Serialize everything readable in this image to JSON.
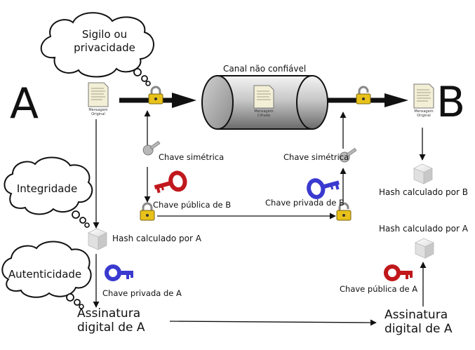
{
  "party_a": "A",
  "party_b": "B",
  "clouds": {
    "privacy": [
      "Sigilo ou",
      "privacidade"
    ],
    "integrity": "Integridade",
    "authenticity": "Autenticidade"
  },
  "channel_label": "Canal não confiável",
  "docs": {
    "original_a": [
      "Mensagem",
      "Original"
    ],
    "cipher": [
      "Mensagem",
      "Cifrada"
    ],
    "original_b": [
      "Mensagem",
      "Original"
    ]
  },
  "labels": {
    "sym_key_left": "Chave simétrica",
    "sym_key_right": "Chave simétrica",
    "pub_key_b": "Chave pública de B",
    "priv_key_b": "Chave privada de B",
    "hash_a_left": "Hash calculado por A",
    "hash_b": "Hash calculado por B",
    "hash_a_right": "Hash calculado por A",
    "priv_key_a": "Chave privada de A",
    "pub_key_a": "Chave pública de A"
  },
  "signature_left": [
    "Assinatura",
    "digital de A"
  ],
  "signature_right": [
    "Assinatura",
    "digital de A"
  ],
  "colors": {
    "red_key": "#c0181c",
    "blue_key": "#3a3ad0",
    "lock_body": "#e8c21a",
    "gray_key": "#b8b8b8"
  }
}
